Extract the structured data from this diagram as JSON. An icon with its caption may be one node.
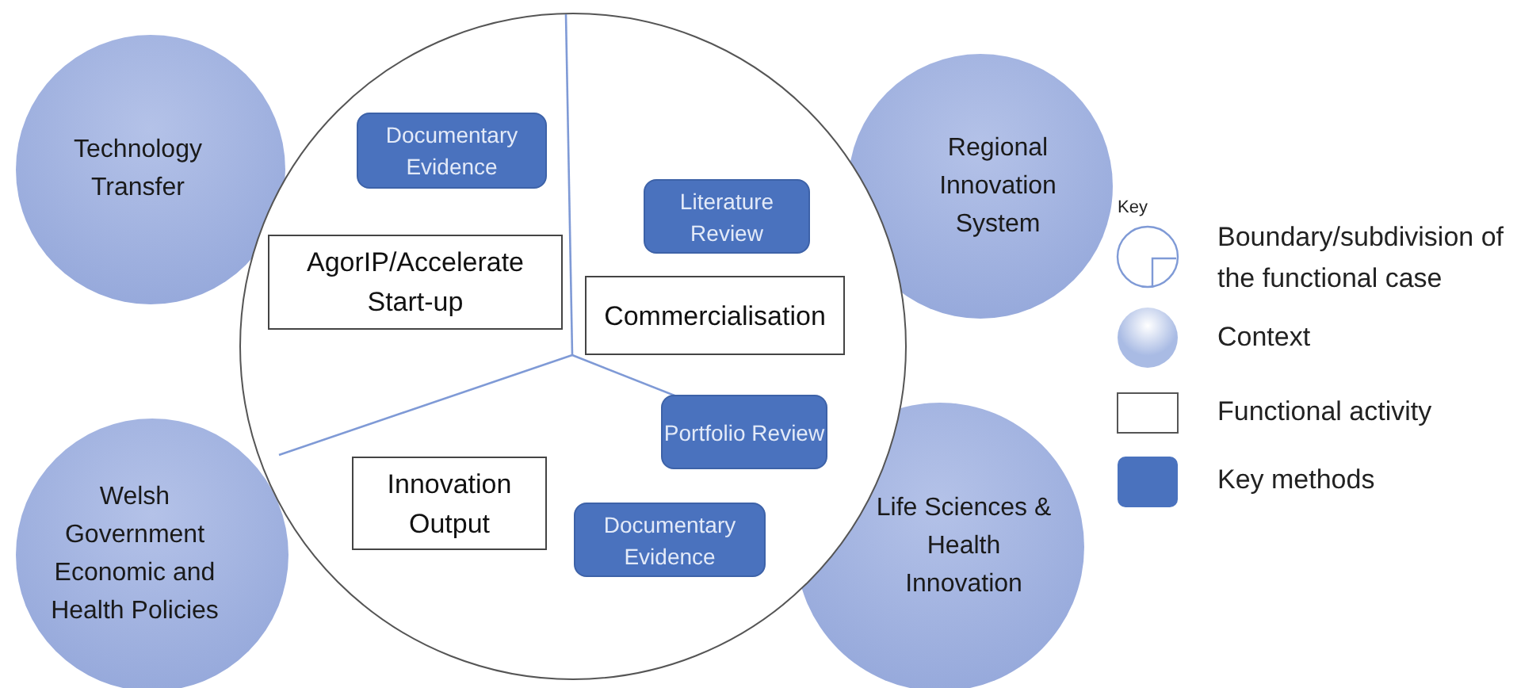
{
  "diagram": {
    "nodes": [
      {
        "text": [
          "Technology Transfer"
        ]
      },
      {
        "text": [
          "Regional Innovation System"
        ]
      },
      {
        "text": [],
        "shape": "circle"
      },
      {
        "text": [
          "Documentary Evidence"
        ],
        "in": 2
      },
      {
        "text": [
          "Literature Review"
        ],
        "in": 2
      },
      {
        "text": [
          "AgorIP/Accelerate Start-up"
        ],
        "in": 2
      },
      {
        "text": [
          "Commercialisation"
        ],
        "in": 2
      },
      {
        "text": [
          "Portfolio Review"
        ],
        "in": 2
      },
      {
        "text": [
          "Welsh Government Economic and Health Policies"
        ]
      },
      {
        "text": [
          "Innovation Output"
        ],
        "in": 2
      },
      {
        "text": [
          "Documentary Evidence"
        ],
        "in": 2
      },
      {
        "text": [
          "Life Sciences & Health Innovation"
        ]
      }
    ],
    "labels": [
      "Key"
    ],
    "legend": [
      {
        "text": "Boundary/subdivision of the functional case"
      },
      {
        "text": "Context",
        "color": "#a9bbe4"
      },
      {
        "text": "Functional activity",
        "color": "#ffffff"
      },
      {
        "text": "Key methods",
        "color": "#4a72be"
      }
    ]
  }
}
